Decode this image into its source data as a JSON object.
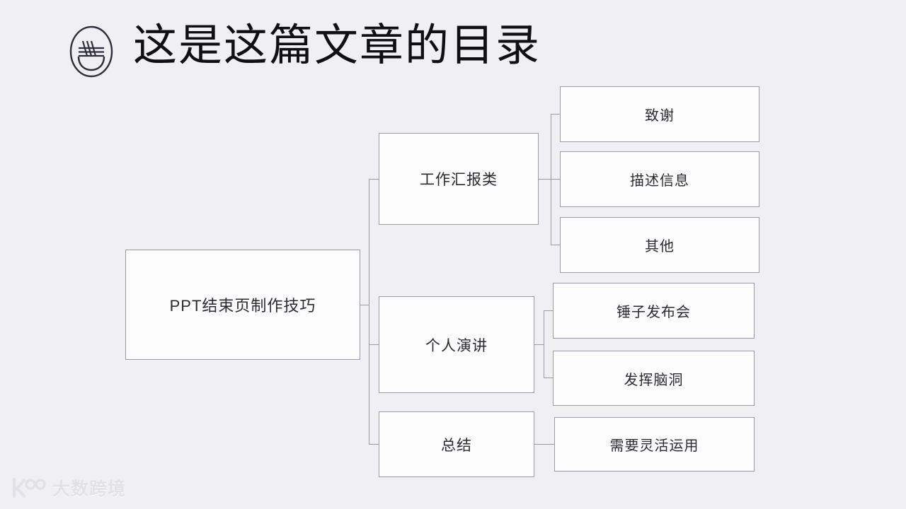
{
  "header": {
    "title": "这是这篇文章的目录",
    "logo_icon": "noodle-bowl-circle-icon"
  },
  "diagram": {
    "type": "tree",
    "orientation": "left-to-right",
    "root": {
      "label": "PPT结束页制作技巧"
    },
    "branches": [
      {
        "label": "工作汇报类",
        "children": [
          {
            "label": "致谢"
          },
          {
            "label": "描述信息"
          },
          {
            "label": "其他"
          }
        ]
      },
      {
        "label": "个人演讲",
        "children": [
          {
            "label": "锤子发布会"
          },
          {
            "label": "发挥脑洞"
          }
        ]
      },
      {
        "label": "总结",
        "children": [
          {
            "label": "需要灵活运用"
          }
        ]
      }
    ]
  },
  "watermark": {
    "text": "大数跨境",
    "mark_icon": "k-dots-logo-icon"
  },
  "colors": {
    "background": "#f0eff4",
    "node_fill": "#fcfcfd",
    "node_border": "#9b9ba6",
    "title_text": "#101014",
    "node_text": "#2a2a30",
    "watermark_text": "#e2e1e8"
  }
}
